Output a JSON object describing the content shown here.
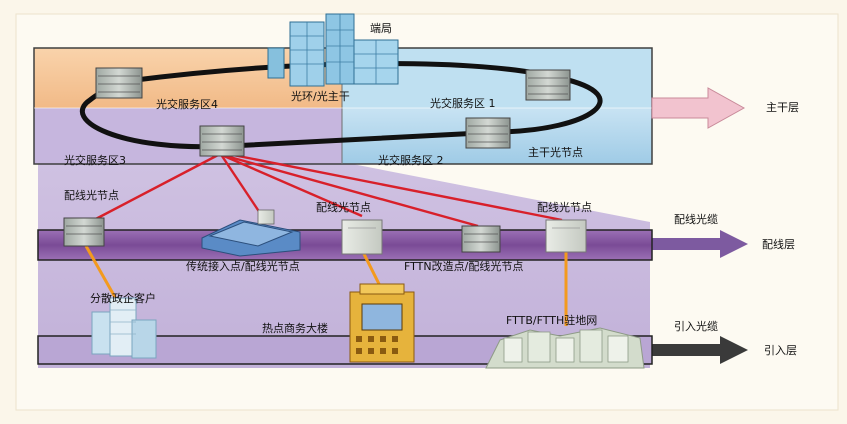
{
  "labels": {
    "end_office": "端局",
    "ring_trunk": "光环/光主干",
    "area1": "光交服务区 1",
    "area2": "光交服务区 2",
    "area3": "光交服务区3",
    "area4": "光交服务区4",
    "trunk_node": "主干光节点",
    "dist_node_left": "配线光节点",
    "dist_node_mid": "配线光节点",
    "dist_node_right": "配线光节点",
    "traditional_access": "传统接入点/配线光节点",
    "fttn": "FTTN改造点/配线光节点",
    "scattered_customers": "分散政企客户",
    "hotspot_building": "热点商务大楼",
    "ftth_area": "FTTB/FTTH驻地网",
    "dist_cable": "配线光缆",
    "drop_cable": "引入光缆"
  },
  "layers": {
    "trunk": "主干层",
    "distribution": "配线层",
    "drop": "引入层"
  },
  "colors": {
    "background": "#fbf6ea",
    "area_orange": "#f6c89a",
    "area_blue": "#a9d3ec",
    "area_purple": "#c4b4dc",
    "band_purple": "#8a5da4",
    "fiber_red": "#d8202a",
    "drop_orange": "#f39a1e",
    "arrow_pink": "#f2c3cf",
    "arrow_purple": "#7d5aa0"
  }
}
